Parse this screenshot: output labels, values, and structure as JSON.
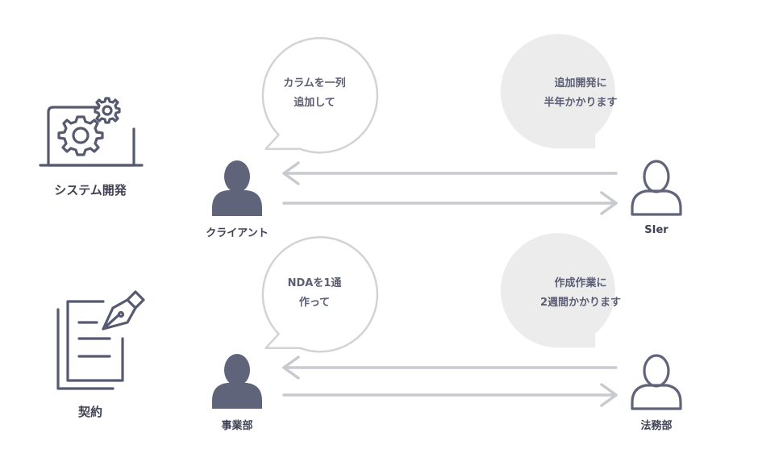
{
  "sections": [
    {
      "label": "システム開発",
      "icon": "laptop-gear-icon",
      "left_person": "クライアント",
      "right_person": "SIer",
      "left_bubble": [
        "カラムを一列",
        "追加して"
      ],
      "right_bubble": [
        "追加開発に",
        "半年かかります"
      ]
    },
    {
      "label": "契約",
      "icon": "document-pen-icon",
      "left_person": "事業部",
      "right_person": "法務部",
      "left_bubble": [
        "NDAを1通",
        "作って"
      ],
      "right_bubble": [
        "作成作業に",
        "2週間かかります"
      ]
    }
  ],
  "colors": {
    "icon": "#565a70",
    "person_fill": "#60647a",
    "arrow": "#c9cacf",
    "bubble_outline": "#d2d3d6",
    "bubble_fill": "#ececec"
  }
}
